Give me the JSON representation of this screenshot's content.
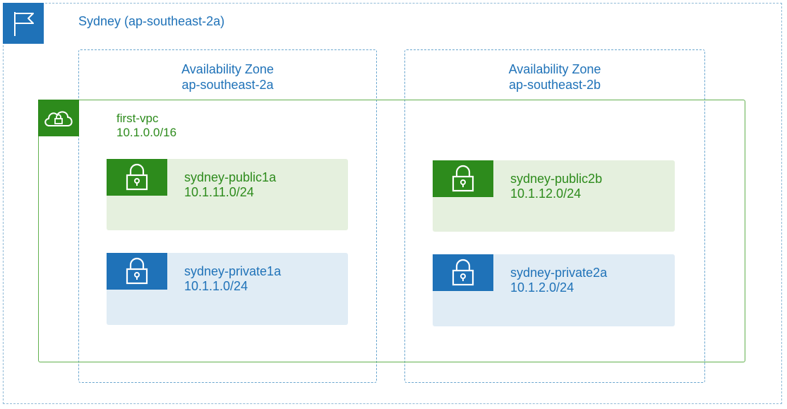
{
  "region": {
    "title": "Sydney (ap-southeast-2a)"
  },
  "zones": [
    {
      "heading": "Availability Zone",
      "id": "ap-southeast-2a"
    },
    {
      "heading": "Availability Zone",
      "id": "ap-southeast-2b"
    }
  ],
  "vpc": {
    "name": "first-vpc",
    "cidr": "10.1.0.0/16"
  },
  "subnets": [
    {
      "name": "sydney-public1a",
      "cidr": "10.1.11.0/24"
    },
    {
      "name": "sydney-public2b",
      "cidr": "10.1.12.0/24"
    },
    {
      "name": "sydney-private1a",
      "cidr": "10.1.1.0/24"
    },
    {
      "name": "sydney-private2a",
      "cidr": "10.1.2.0/24"
    }
  ],
  "colors": {
    "region_blue": "#1f72b8",
    "vpc_green": "#2d8b1c",
    "public_fill": "#e5f0de",
    "private_fill": "#e0ecf5"
  },
  "icons": {
    "region": "flag-icon",
    "vpc": "cloud-lock-icon",
    "subnet": "padlock-icon"
  }
}
